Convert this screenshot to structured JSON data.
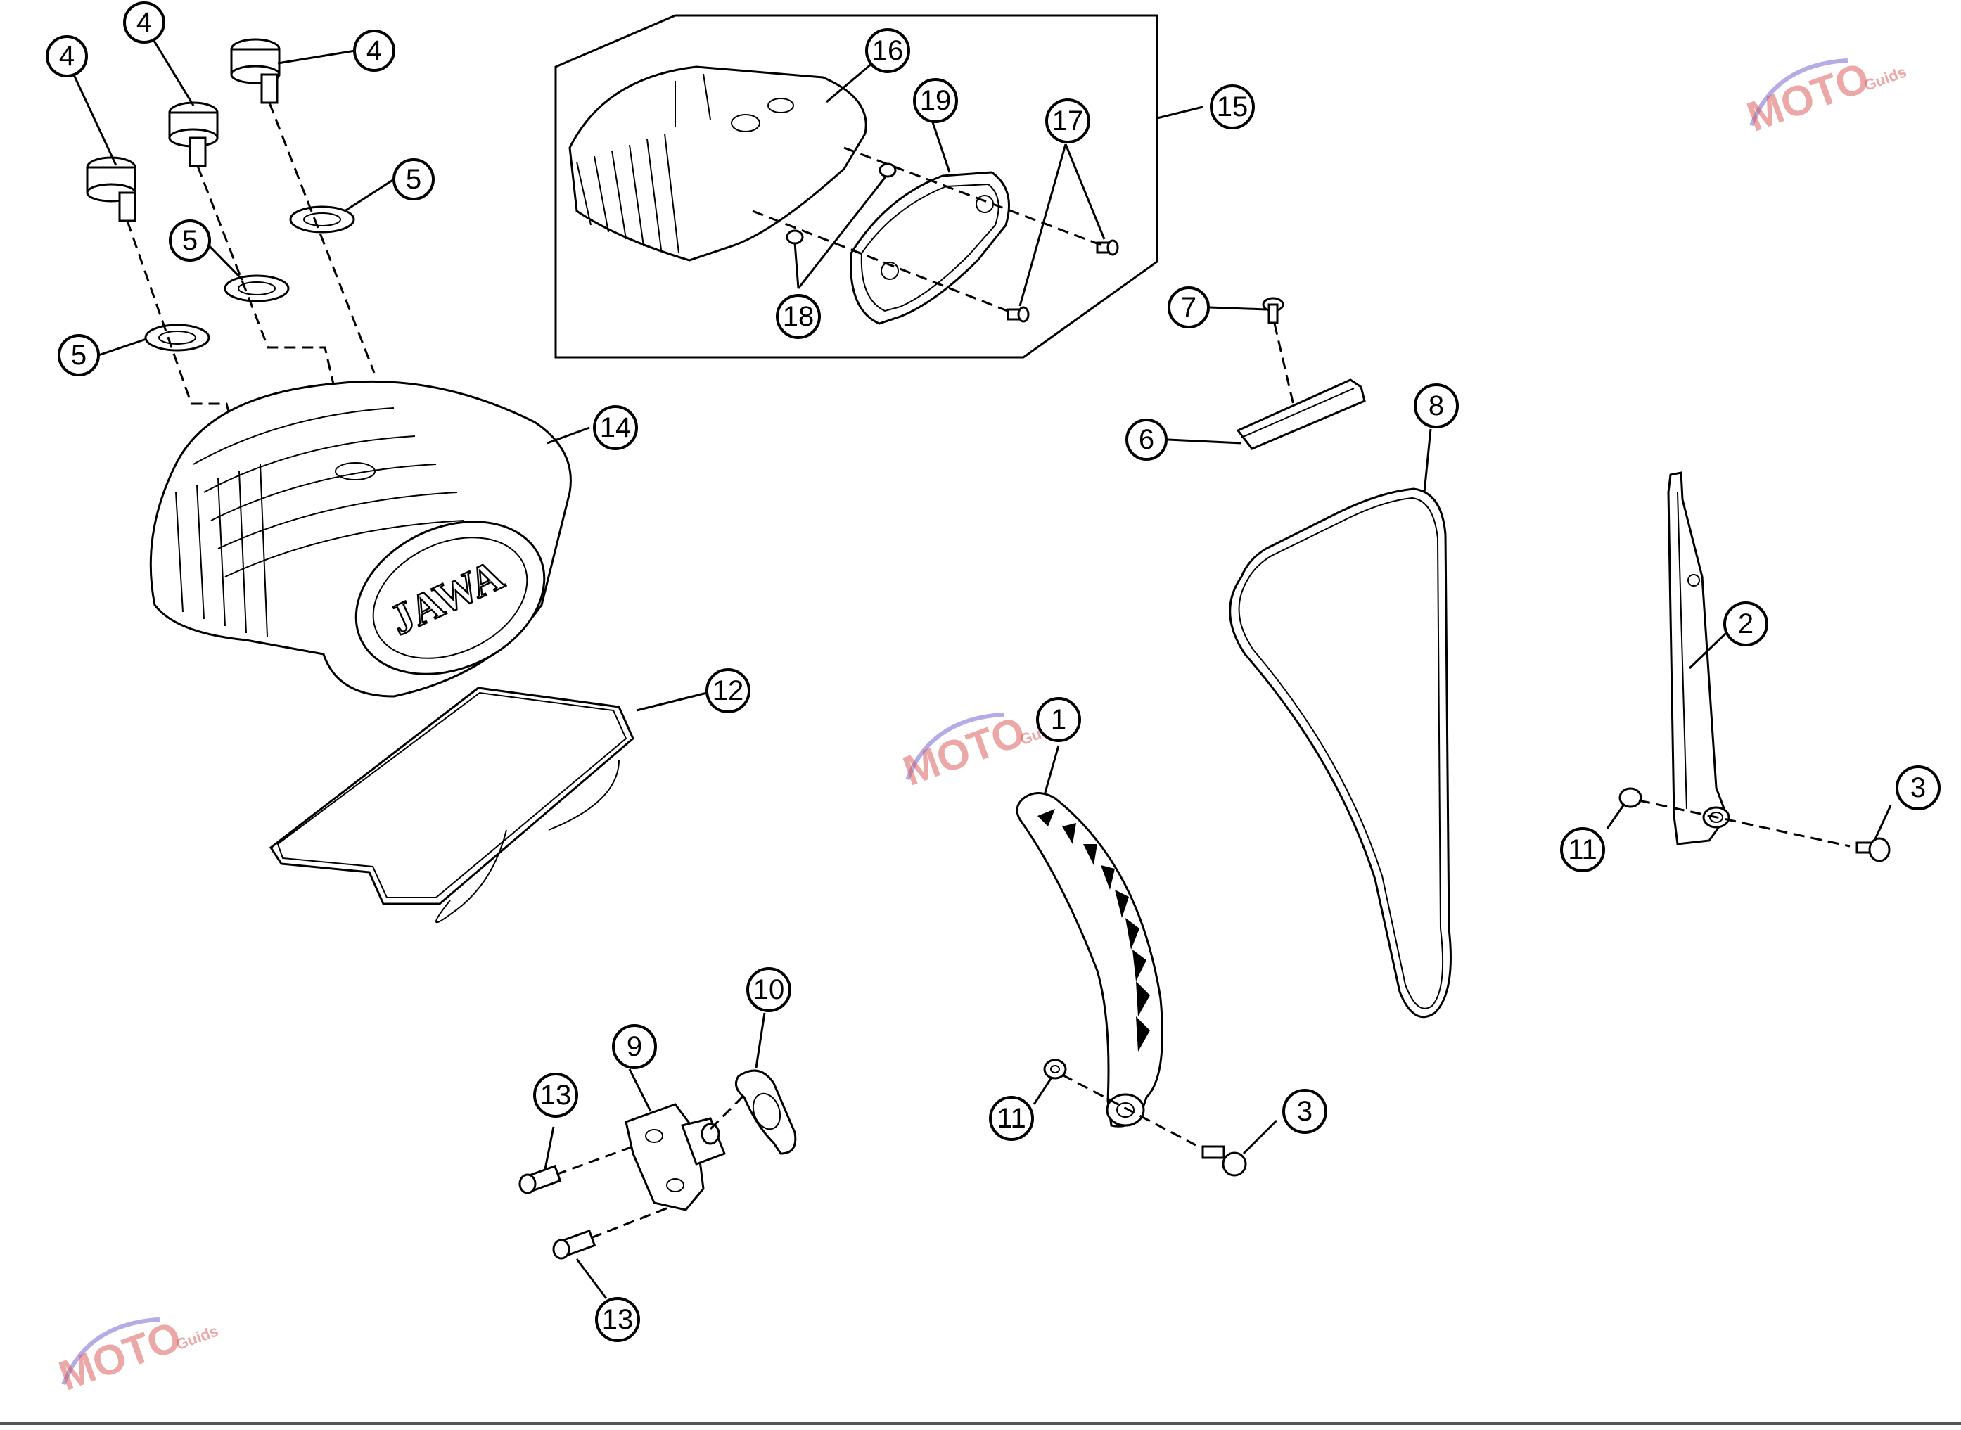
{
  "diagram": {
    "brand_text": "JAWA",
    "watermark": {
      "main": "MOTO",
      "sub": "Guids",
      "color_primary": "#d9534f",
      "color_secondary": "#6a5acd"
    },
    "callouts": [
      {
        "id": "c4a",
        "label": "4"
      },
      {
        "id": "c4b",
        "label": "4"
      },
      {
        "id": "c4c",
        "label": "4"
      },
      {
        "id": "c5a",
        "label": "5"
      },
      {
        "id": "c5b",
        "label": "5"
      },
      {
        "id": "c5c",
        "label": "5"
      },
      {
        "id": "c14",
        "label": "14"
      },
      {
        "id": "c12",
        "label": "12"
      },
      {
        "id": "c15",
        "label": "15"
      },
      {
        "id": "c16",
        "label": "16"
      },
      {
        "id": "c17",
        "label": "17"
      },
      {
        "id": "c18",
        "label": "18"
      },
      {
        "id": "c19",
        "label": "19"
      },
      {
        "id": "c7",
        "label": "7"
      },
      {
        "id": "c6",
        "label": "6"
      },
      {
        "id": "c8",
        "label": "8"
      },
      {
        "id": "c2",
        "label": "2"
      },
      {
        "id": "c3a",
        "label": "3"
      },
      {
        "id": "c11a",
        "label": "11"
      },
      {
        "id": "c1",
        "label": "1"
      },
      {
        "id": "c11b",
        "label": "11"
      },
      {
        "id": "c3b",
        "label": "3"
      },
      {
        "id": "c10",
        "label": "10"
      },
      {
        "id": "c9",
        "label": "9"
      },
      {
        "id": "c13a",
        "label": "13"
      },
      {
        "id": "c13b",
        "label": "13"
      }
    ]
  }
}
